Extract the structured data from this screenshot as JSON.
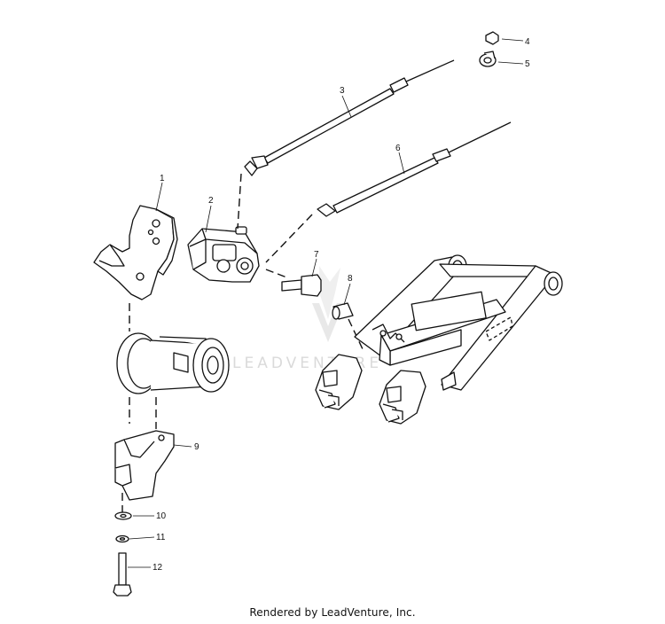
{
  "callouts": [
    "1",
    "2",
    "3",
    "4",
    "5",
    "6",
    "7",
    "8",
    "9",
    "10",
    "11",
    "12"
  ],
  "watermark": "LEADVENTURE",
  "footer": "Rendered by LeadVenture, Inc."
}
